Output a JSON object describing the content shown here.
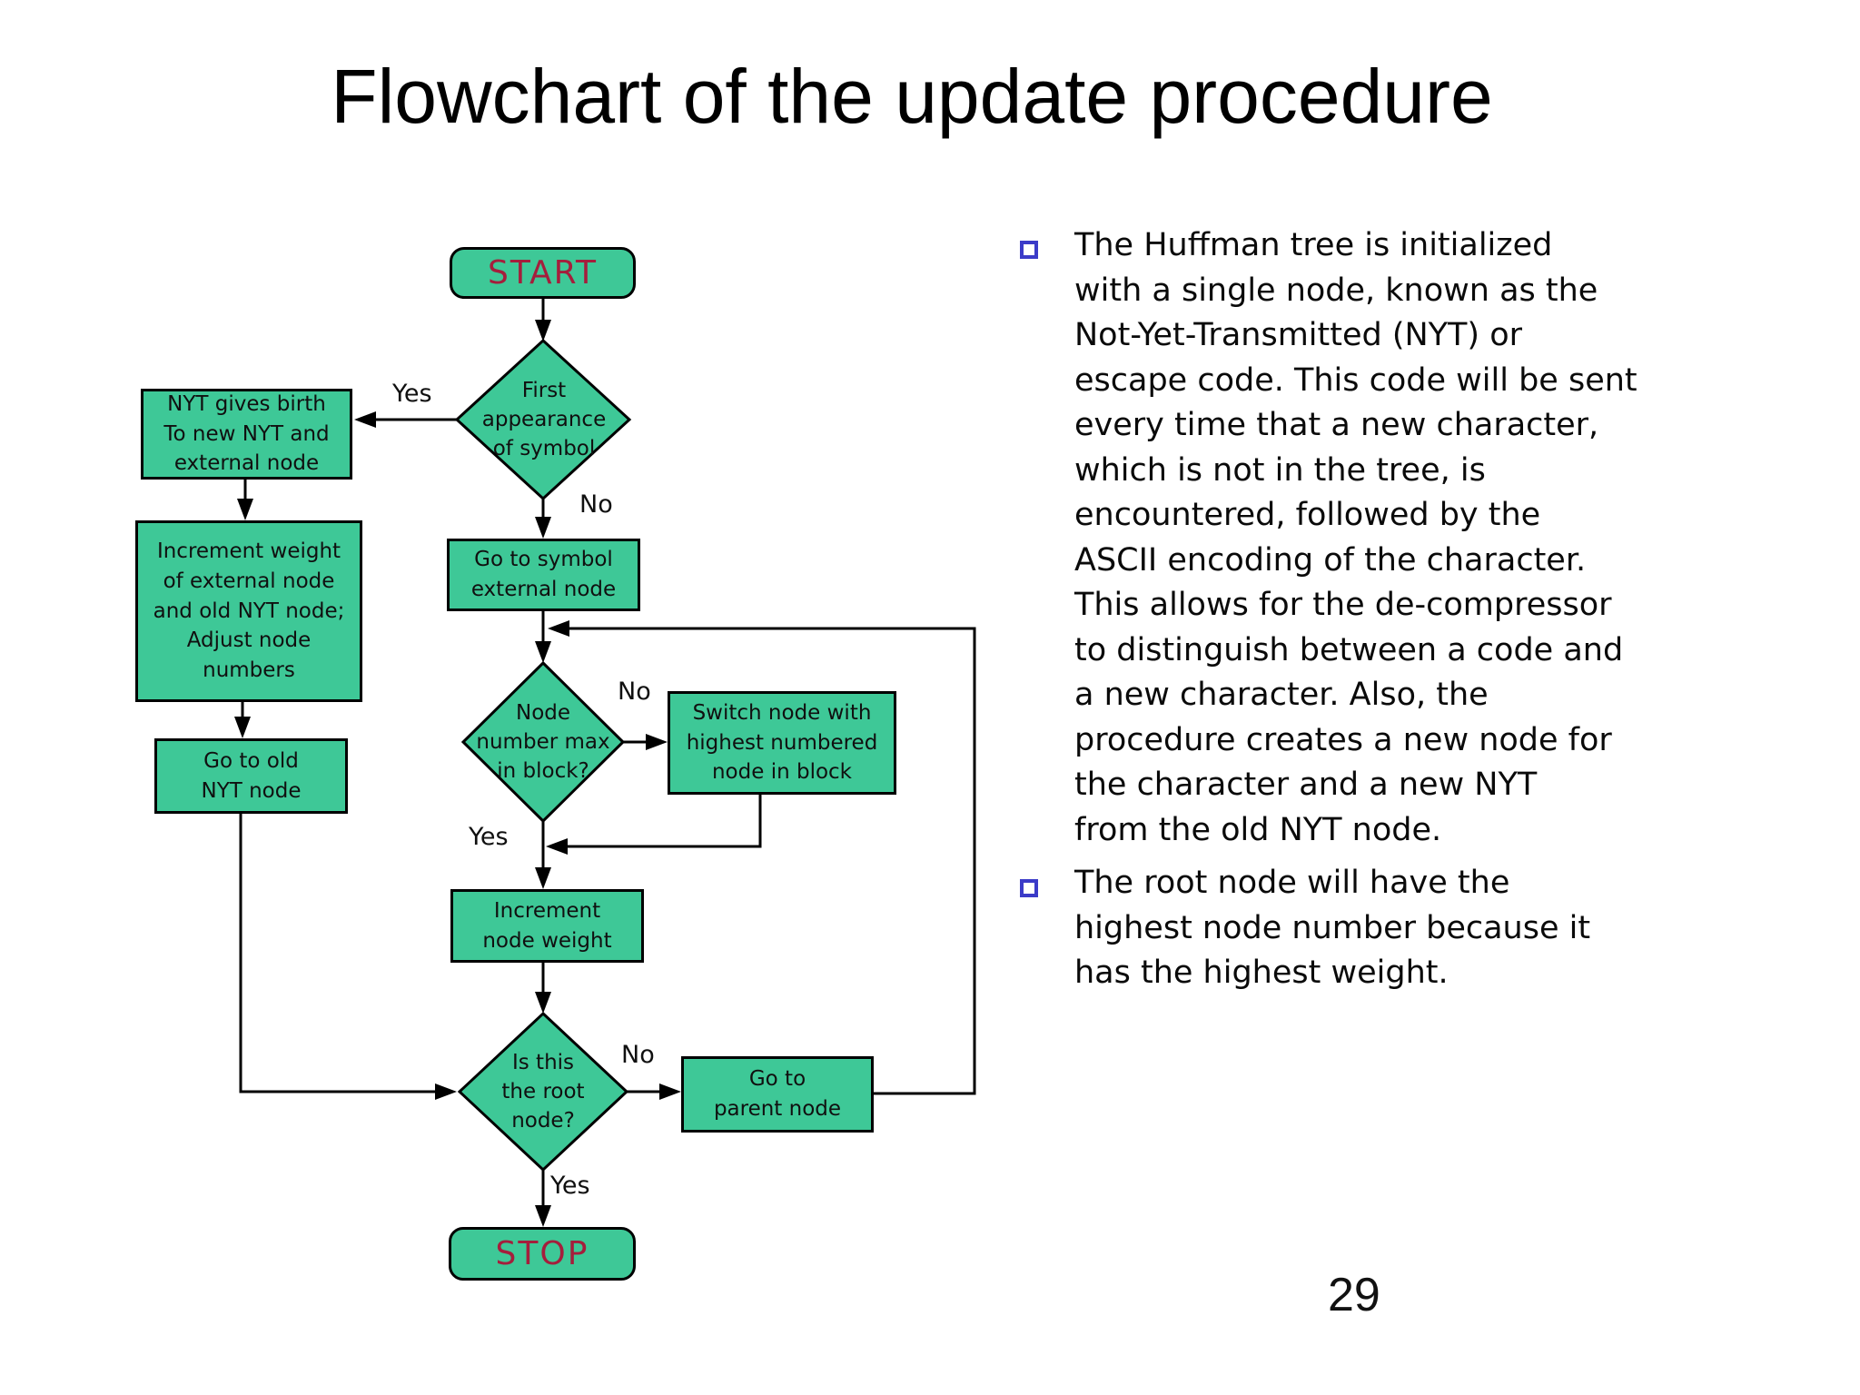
{
  "slide": {
    "title": "Flowchart of the update procedure",
    "page_number": "29"
  },
  "colors": {
    "node_fill": "#3ec897",
    "terminal_text": "#a51e3c",
    "bullet_blue": "#3b3bc8"
  },
  "flowchart": {
    "start": "START",
    "stop": "STOP",
    "d1": "First\nappearance\nof symbol",
    "p_nyt_birth": "NYT gives birth\nTo new NYT and\nexternal node",
    "p_increment_weight": "Increment weight\nof external node\nand old NYT node;\nAdjust node\nnumbers",
    "p_go_old_nyt": "Go to old\nNYT node",
    "p_go_symbol": "Go to symbol\nexternal node",
    "d2": "Node\nnumber max\nin block?",
    "p_switch": "Switch node with\nhighest numbered\nnode in block",
    "p_increment_node": "Increment\nnode weight",
    "d3": "Is this\nthe root\nnode?",
    "p_go_parent": "Go to\nparent node",
    "labels": {
      "d1_yes": "Yes",
      "d1_no": "No",
      "d2_no": "No",
      "d2_yes": "Yes",
      "d3_no": "No",
      "d3_yes": "Yes"
    }
  },
  "bullets": [
    {
      "text": "The Huffman tree is initialized\nwith a single node, known as the\nNot-Yet-Transmitted (NYT) or\nescape code. This code will be sent\nevery time that a new character,\nwhich is not in the tree, is\nencountered, followed by the\nASCII encoding of the character.\nThis allows for the de-compressor\nto distinguish between a code and\na new character. Also, the\nprocedure creates a new node for\nthe character and a new NYT\nfrom the old NYT node."
    },
    {
      "text": "The root node will have the\nhighest node number because it\nhas the highest weight."
    }
  ]
}
